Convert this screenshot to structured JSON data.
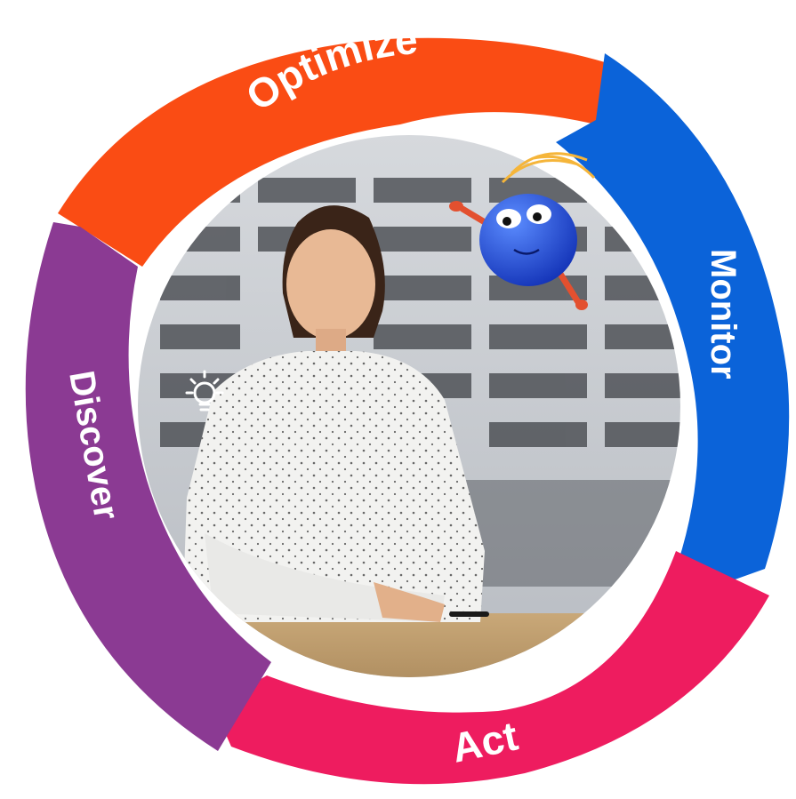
{
  "cycle": {
    "segments": [
      {
        "label": "Optimize",
        "color": "#fa4c14"
      },
      {
        "label": "Monitor",
        "color": "#0b63d9"
      },
      {
        "label": "Act",
        "color": "#ee1c5f"
      },
      {
        "label": "Discover",
        "color": "#8b3a93"
      }
    ]
  },
  "photo": {
    "subject": "smiling woman in polka-dot blouse at a desk",
    "background_color": "#c9cdd2",
    "accent_icon": "lightbulb-icon",
    "mascot": "blue-ball-mascot"
  }
}
